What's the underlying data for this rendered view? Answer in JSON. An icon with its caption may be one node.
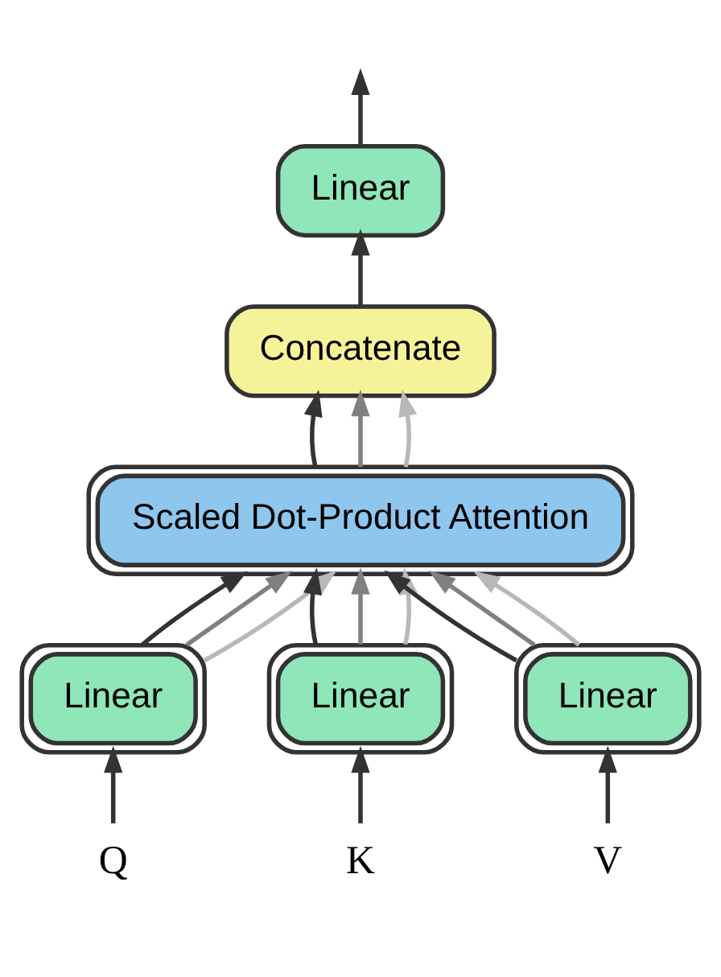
{
  "diagram": {
    "nodes": [
      {
        "text": [
          "Linear"
        ]
      },
      {
        "text": [
          "Concatenate"
        ]
      },
      {
        "text": [
          "Scaled Dot-Product Attention"
        ]
      },
      {
        "text": [
          "Linear"
        ]
      },
      {
        "text": [
          "Linear"
        ]
      },
      {
        "text": [
          "Linear"
        ]
      },
      {
        "text": [
          "Q"
        ]
      },
      {
        "text": [
          "K"
        ]
      },
      {
        "text": [
          "V"
        ]
      }
    ],
    "edges": [
      {
        "from": 0,
        "to": null,
        "arrow": "to"
      },
      {
        "from": 1,
        "to": 0,
        "arrow": "to"
      },
      {
        "from": 2,
        "to": 1,
        "arrow": "to"
      },
      {
        "from": 2,
        "to": 1,
        "arrow": "to",
        "color": "#808080"
      },
      {
        "from": 2,
        "to": 1,
        "arrow": "to",
        "color": "#b8b8b8"
      },
      {
        "from": 3,
        "to": 2,
        "arrow": "to"
      },
      {
        "from": 3,
        "to": 2,
        "arrow": "to",
        "color": "#808080"
      },
      {
        "from": 3,
        "to": 2,
        "arrow": "to",
        "color": "#b8b8b8"
      },
      {
        "from": 4,
        "to": 2,
        "arrow": "to"
      },
      {
        "from": 4,
        "to": 2,
        "arrow": "to",
        "color": "#808080"
      },
      {
        "from": 4,
        "to": 2,
        "arrow": "to",
        "color": "#b8b8b8"
      },
      {
        "from": 5,
        "to": 2,
        "arrow": "to"
      },
      {
        "from": 5,
        "to": 2,
        "arrow": "to",
        "color": "#808080"
      },
      {
        "from": 5,
        "to": 2,
        "arrow": "to",
        "color": "#b8b8b8"
      },
      {
        "from": 6,
        "to": 3,
        "arrow": "to"
      },
      {
        "from": 7,
        "to": 4,
        "arrow": "to"
      },
      {
        "from": 8,
        "to": 5,
        "arrow": "to"
      }
    ]
  }
}
